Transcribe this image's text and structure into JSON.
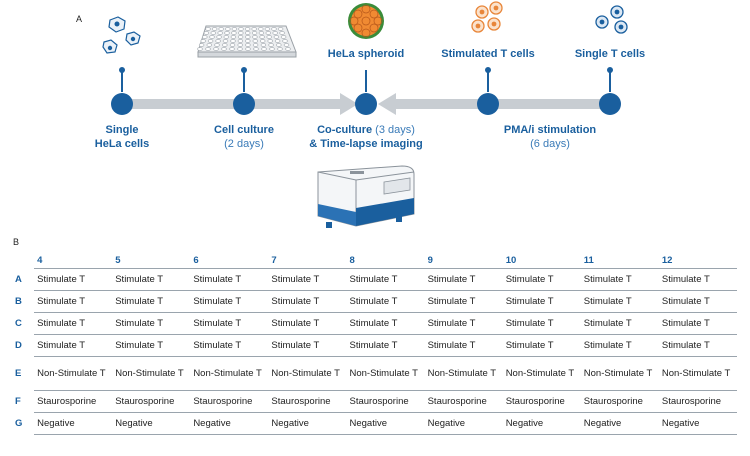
{
  "panel_a_label": "A",
  "panel_b_label": "B",
  "steps": [
    {
      "title": "Single",
      "title2": "HeLa cells",
      "detail": ""
    },
    {
      "title": "Cell culture",
      "title2": "",
      "detail": "(2 days)"
    },
    {
      "title": "Co-culture",
      "title_suffix": " (3 days)",
      "title2": "& Time-lapse imaging",
      "detail": ""
    },
    {
      "title": "PMA/i stimulation",
      "title2": "",
      "detail": "(6 days)"
    }
  ],
  "top_labels": {
    "spheroid": "HeLa spheroid",
    "stimulated": "Stimulated T cells",
    "single_t": "Single T cells"
  },
  "colors": {
    "accent": "#1a5f9e",
    "arrow": "#c8cdd2",
    "orange": "#e8863a"
  },
  "table": {
    "columns": [
      "4",
      "5",
      "6",
      "7",
      "8",
      "9",
      "10",
      "11",
      "12"
    ],
    "rows": [
      {
        "label": "A",
        "values": [
          "Stimulate T",
          "Stimulate T",
          "Stimulate T",
          "Stimulate T",
          "Stimulate T",
          "Stimulate T",
          "Stimulate T",
          "Stimulate T",
          "Stimulate T"
        ]
      },
      {
        "label": "B",
        "values": [
          "Stimulate T",
          "Stimulate T",
          "Stimulate T",
          "Stimulate T",
          "Stimulate T",
          "Stimulate T",
          "Stimulate T",
          "Stimulate T",
          "Stimulate T"
        ]
      },
      {
        "label": "C",
        "values": [
          "Stimulate T",
          "Stimulate T",
          "Stimulate T",
          "Stimulate T",
          "Stimulate T",
          "Stimulate T",
          "Stimulate T",
          "Stimulate T",
          "Stimulate T"
        ]
      },
      {
        "label": "D",
        "values": [
          "Stimulate T",
          "Stimulate T",
          "Stimulate T",
          "Stimulate T",
          "Stimulate T",
          "Stimulate T",
          "Stimulate T",
          "Stimulate T",
          "Stimulate T"
        ]
      },
      {
        "label": "E",
        "values": [
          "Non-Stimulate T",
          "Non-Stimulate T",
          "Non-Stimulate T",
          "Non-Stimulate T",
          "Non-Stimulate T",
          "Non-Stimulate T",
          "Non-Stimulate T",
          "Non-Stimulate T",
          "Non-Stimulate T"
        ]
      },
      {
        "label": "F",
        "values": [
          "Staurosporine",
          "Staurosporine",
          "Staurosporine",
          "Staurosporine",
          "Staurosporine",
          "Staurosporine",
          "Staurosporine",
          "Staurosporine",
          "Staurosporine"
        ]
      },
      {
        "label": "G",
        "values": [
          "Negative",
          "Negative",
          "Negative",
          "Negative",
          "Negative",
          "Negative",
          "Negative",
          "Negative",
          "Negative"
        ]
      }
    ]
  }
}
